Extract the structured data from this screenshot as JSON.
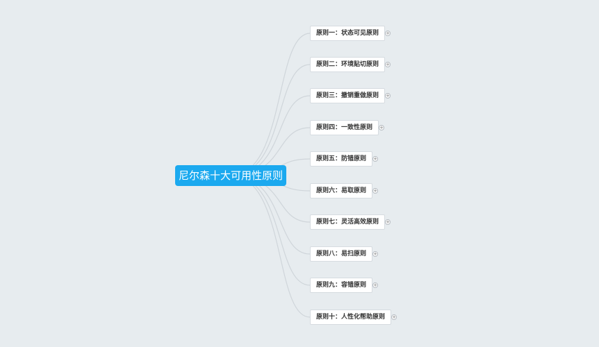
{
  "mindmap": {
    "root": {
      "label": "尼尔森十大可用性原则"
    },
    "children": [
      {
        "label": "原则一：状态可见原则"
      },
      {
        "label": "原则二：环境贴切原则"
      },
      {
        "label": "原则三：撤销重做原则"
      },
      {
        "label": "原则四：一致性原则"
      },
      {
        "label": "原则五：防错原则"
      },
      {
        "label": "原则六：易取原则"
      },
      {
        "label": "原则七：灵活高效原则"
      },
      {
        "label": "原则八：易扫原则"
      },
      {
        "label": "原则九：容错原则"
      },
      {
        "label": "原则十：人性化帮助原则"
      }
    ],
    "expand_symbol": "+"
  },
  "colors": {
    "background": "#e7ecef",
    "root_fill": "#1ba9ef",
    "root_text": "#ffffff",
    "child_fill": "#ffffff",
    "child_border": "#d6dbe0",
    "connector": "#cfd5da"
  }
}
